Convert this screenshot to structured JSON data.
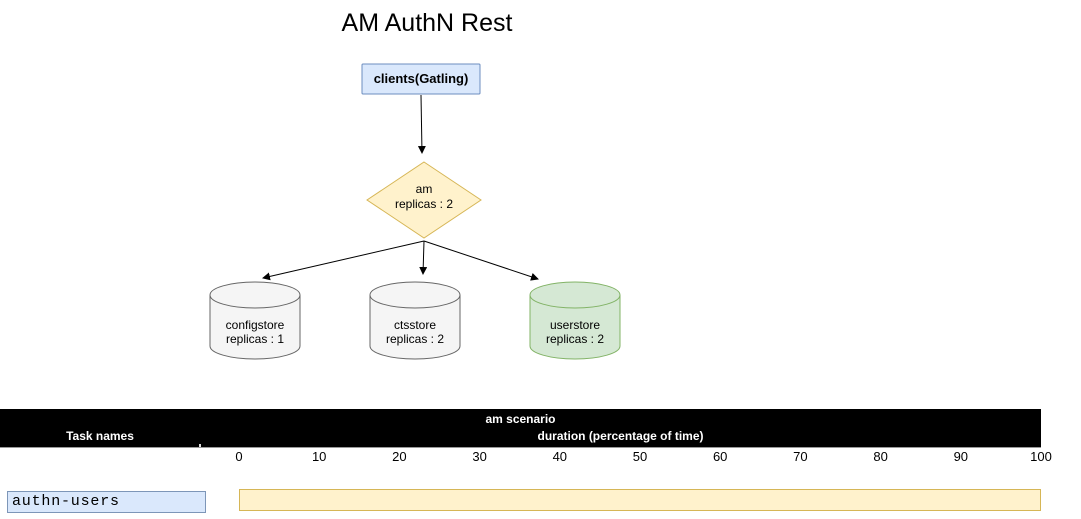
{
  "title": "AM AuthN Rest",
  "diagram": {
    "client": {
      "label": "clients(Gatling)",
      "fill": "#dae8fc",
      "stroke": "#6c8ebf"
    },
    "decision": {
      "line1": "am",
      "line2": "replicas : 2",
      "fill": "#fff2cc",
      "stroke": "#d6b656"
    },
    "stores": [
      {
        "line1": "configstore",
        "line2": "replicas : 1",
        "fill": "#f5f5f5",
        "stroke": "#666666"
      },
      {
        "line1": "ctsstore",
        "line2": "replicas : 2",
        "fill": "#f5f5f5",
        "stroke": "#666666"
      },
      {
        "line1": "userstore",
        "line2": "replicas : 2",
        "fill": "#d5e8d4",
        "stroke": "#82b366"
      }
    ]
  },
  "chart_data": {
    "type": "gantt",
    "title": "am scenario",
    "task_column_header": "Task names",
    "value_column_header": "duration (percentage of time)",
    "x_ticks": [
      0,
      10,
      20,
      30,
      40,
      50,
      60,
      70,
      80,
      90,
      100
    ],
    "xlim": [
      0,
      100
    ],
    "tasks": [
      {
        "name": "authn-users",
        "start": 0,
        "end": 100
      }
    ],
    "styles": {
      "header_bg": "#000000",
      "header_fg": "#ffffff",
      "bar_fill": "#fff2cc",
      "bar_stroke": "#d6b656",
      "label_fill": "#dae8fc",
      "label_stroke": "#7d96b8"
    }
  }
}
